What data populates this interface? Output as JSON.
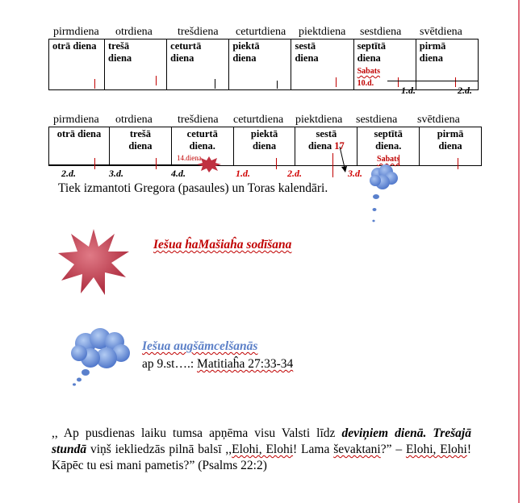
{
  "calendar1": {
    "headers": [
      "pirmdiena",
      "otrdiena",
      "trešdiena",
      "ceturtdiena",
      "piektdiena",
      "sestdiena",
      "svētdiena"
    ],
    "cells": [
      [
        "otrā diena"
      ],
      [
        "trešā",
        "diena"
      ],
      [
        "ceturtā",
        "diena"
      ],
      [
        "piektā",
        "diena"
      ],
      [
        "sestā",
        "diena"
      ],
      [
        "septītā",
        "diena"
      ],
      [
        "pirmā",
        "diena"
      ]
    ],
    "sabbath_label": "Sabats",
    "sabbath_day": "10.d.",
    "day_labels": [
      "1.d.",
      "2.d."
    ]
  },
  "calendar2": {
    "headers": [
      "pirmdiena",
      "otrdiena",
      "trešdiena",
      "ceturtdiena",
      "piektdiena",
      "sestdiena",
      "svētdiena"
    ],
    "cells": [
      [
        "otrā diena"
      ],
      [
        "trešā",
        "diena"
      ],
      [
        "ceturtā",
        "diena."
      ],
      [
        "piektā",
        "diena"
      ],
      [
        "sestā",
        "diena"
      ],
      [
        "septītā",
        "diena."
      ],
      [
        "pirmā",
        "diena"
      ]
    ],
    "day_17": "17",
    "sabbath_label": "Sabats",
    "day14_label": "14.diena",
    "black_labels": [
      "2.d.",
      "3.d.",
      "4.d."
    ],
    "red_labels": [
      "1.d.",
      "2.d.",
      "3.d."
    ]
  },
  "note": "Tiek izmantoti Gregora (pasaules) un Toras kalendāri.",
  "punishment": {
    "title": "Iešua ĥaMašiaĥa sodīšana"
  },
  "resurrection": {
    "title": "Iešua augšāmcelšanās",
    "ref_prefix": "ap 9.st….:",
    "ref": "Matitiaĥa 27:33-34"
  },
  "quote": {
    "part1": ",, Ap pusdienas laiku tumsa apņēma visu Valsti līdz ",
    "bold1": "deviņiem dienā.",
    "bold2": "Trešajā stundā",
    "part2": " viņš iekliedzās pilnā balsī ,,",
    "elohi1": "Elohi, Elohi",
    "part3": "! Lama ",
    "sevaktani": "ševaktani",
    "part4": "?” – ",
    "elohi2": "Elohi, Elohi",
    "part5": "! Kāpēc tu esi mani pametis?” (Psalms 22:2)"
  },
  "colors": {
    "accent_red": "#c00000",
    "accent_blue": "#5b7fc7",
    "cloud_blue": "#6b8fd6",
    "starburst_red": "#c03040"
  }
}
